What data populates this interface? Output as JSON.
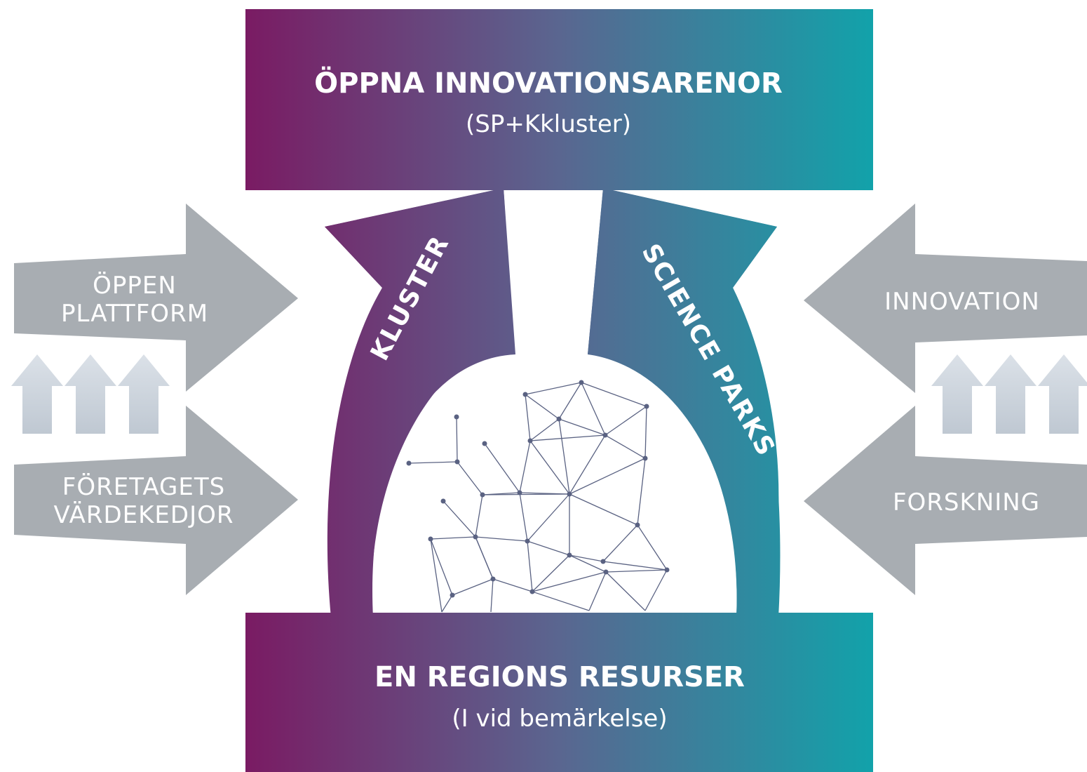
{
  "top_box": {
    "title": "ÖPPNA INNOVATIONSARENOR",
    "subtitle": "(SP+Kkluster)"
  },
  "bottom_box": {
    "title": "EN REGIONS RESURSER",
    "subtitle": "(I vid bemärkelse)"
  },
  "curved_arrows": {
    "left_label": "KLUSTER",
    "right_label": "SCIENCE PARKS"
  },
  "left_arrows": [
    {
      "lines": [
        "ÖPPEN",
        "PLATTFORM"
      ]
    },
    {
      "lines": [
        "FÖRETAGETS",
        "VÄRDEKEDJOR"
      ]
    }
  ],
  "right_arrows": [
    {
      "lines": [
        "INNOVATION"
      ]
    },
    {
      "lines": [
        "FORSKNING"
      ]
    }
  ],
  "colors": {
    "gradient_start": "#7a1b63",
    "gradient_mid": "#5a6690",
    "gradient_end": "#12a2aa",
    "gray_arrow": "#a8adb2",
    "small_arrow": "#cfd6de",
    "network": "#5a6282"
  }
}
